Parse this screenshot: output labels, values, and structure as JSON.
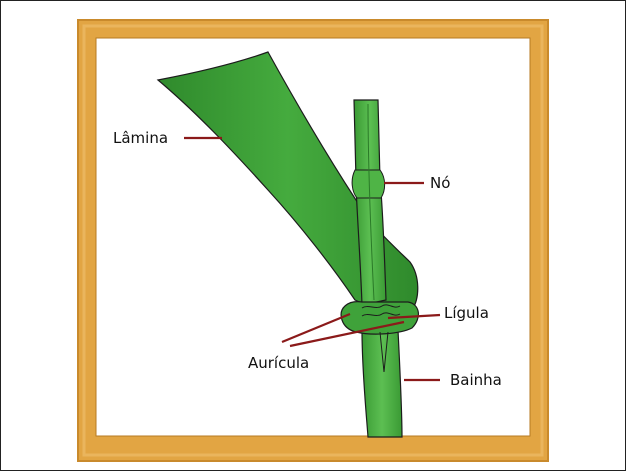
{
  "diagram": {
    "labels": {
      "lamina": "Lâmina",
      "no": "Nó",
      "ligula": "Lígula",
      "auricula": "Aurícula",
      "bainha": "Bainha"
    }
  },
  "colors": {
    "frame_border": "#d9952f",
    "frame_fill": "#e9b154",
    "leaf_fill": "#3a9c35",
    "leaf_dark": "#2a7a28",
    "outline": "#1c1c1c",
    "leader_line": "#8b1a1a"
  }
}
